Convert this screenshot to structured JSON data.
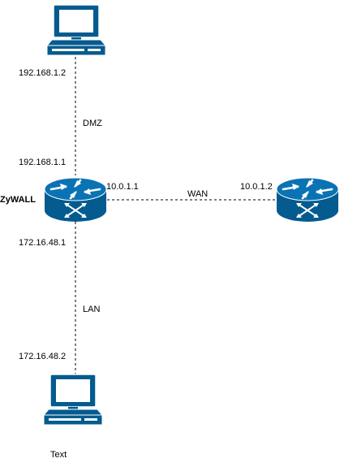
{
  "colors": {
    "device_fill": "#035b8f",
    "device_light": "#0a73b4",
    "line": "#000000",
    "background": "#ffffff"
  },
  "nodes": {
    "dmz_pc": {
      "icon": "desktop-computer-icon",
      "ip": "192.168.1.2"
    },
    "zywall": {
      "icon": "router-icon",
      "name": "ZyWALL",
      "ip_dmz": "192.168.1.1",
      "ip_wan": "10.0.1.1",
      "ip_lan": "172.16.48.1"
    },
    "remote_router": {
      "icon": "router-icon",
      "ip_wan": "10.0.1.2"
    },
    "lan_pc": {
      "icon": "desktop-computer-icon",
      "ip": "172.16.48.2",
      "caption": "Text"
    }
  },
  "links": {
    "dmz": "DMZ",
    "wan": "WAN",
    "lan": "LAN"
  }
}
